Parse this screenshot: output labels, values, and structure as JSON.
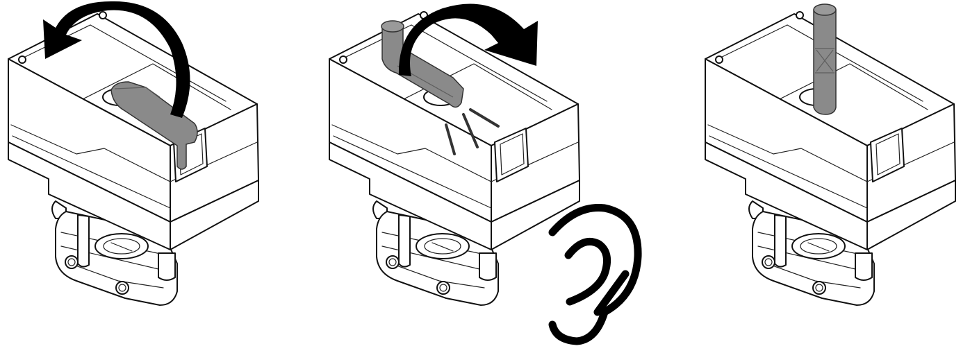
{
  "figure": {
    "panels": [
      {
        "id": "step-1",
        "lever": "flat-folded",
        "arrow": "counter-clockwise"
      },
      {
        "id": "step-2",
        "lever": "raised-diagonal",
        "arrow": "clockwise",
        "sound_lines": true
      },
      {
        "id": "step-3",
        "lever": "vertical-upright",
        "arrow": "none"
      }
    ],
    "ear_icon": "ear-icon",
    "colors": {
      "outline": "#111111",
      "lever_fill": "#8a8a8a",
      "lever_dark": "#5e5e5e",
      "arrow": "#000000",
      "background": "#ffffff"
    }
  }
}
